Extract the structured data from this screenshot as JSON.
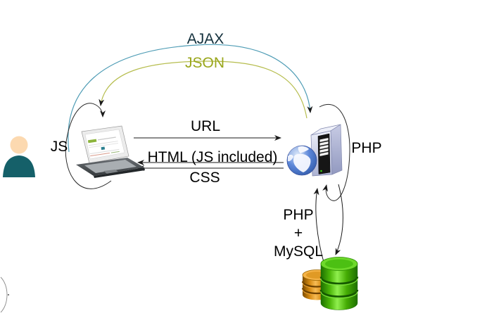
{
  "meta": {
    "description": "Diagram of AJAX/JSON flow between a JS client, a PHP server and a MySQL database"
  },
  "labels": {
    "ajax": "AJAX",
    "json": "JSON",
    "url": "URL",
    "html_response": "HTML (JS included)",
    "css_response": "CSS",
    "client_js": "JS",
    "server_php": "PHP",
    "db_line1": "PHP",
    "db_line2": "+",
    "db_line3": "MySQL"
  },
  "colors": {
    "ajax_text": "#14313d",
    "ajax_arc": "#4e9cb5",
    "json_text": "#9aa71c",
    "json_arc": "#b6bd4e",
    "arrow": "#1a1a1a",
    "person": "#156069",
    "db_orange": "#d98f1f",
    "db_green": "#55cc11"
  },
  "icons": {
    "user": "user-icon",
    "client": "laptop-icon",
    "server": "server-icon",
    "database": "database-icon"
  }
}
